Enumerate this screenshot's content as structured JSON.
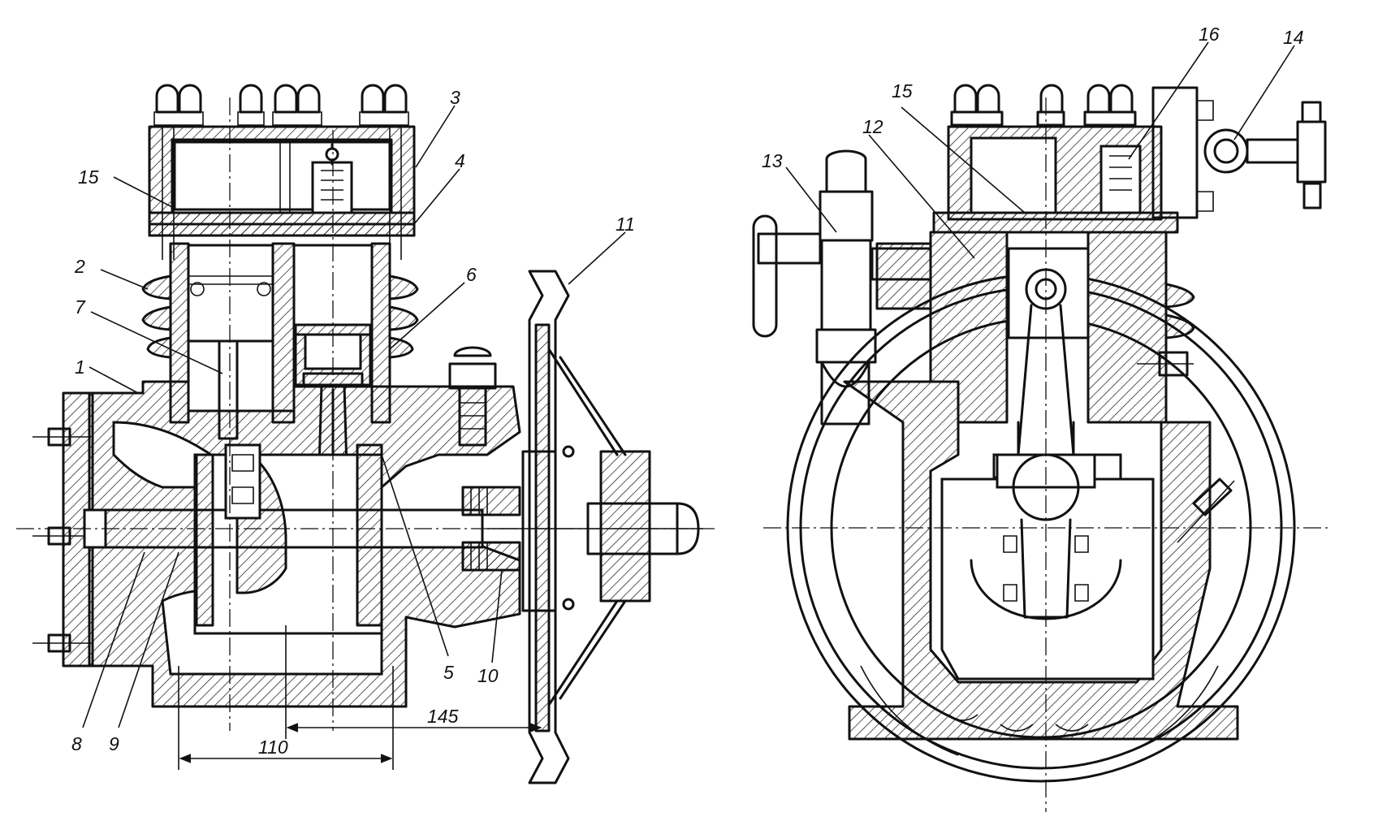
{
  "labels": {
    "l1": "1",
    "l2": "2",
    "l3": "3",
    "l4": "4",
    "l5": "5",
    "l6": "6",
    "l7": "7",
    "l8": "8",
    "l9": "9",
    "l10": "10",
    "l11": "11",
    "l12": "12",
    "l13": "13",
    "l14": "14",
    "l15a": "15",
    "l15b": "15",
    "l16": "16"
  },
  "dimensions": {
    "d110": "110",
    "d145": "145"
  }
}
